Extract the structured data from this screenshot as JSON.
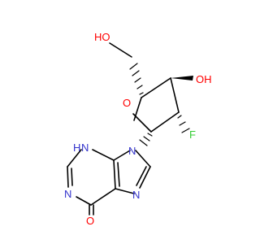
{
  "colors": {
    "bond": "#000000",
    "oxygen": "#ff0000",
    "nitrogen": "#3333cc",
    "fluorine": "#33cc33"
  },
  "atoms": {
    "hydroxyl_top": "HO",
    "hydroxyl_ring": "OH",
    "ring_oxygen": "O",
    "fluorine": "F",
    "n_imidazole": "N",
    "n_ring_left": "N",
    "n_imidazole_low": "N",
    "nh": "N",
    "nh_h": "H",
    "carbonyl_oxygen": "O"
  }
}
